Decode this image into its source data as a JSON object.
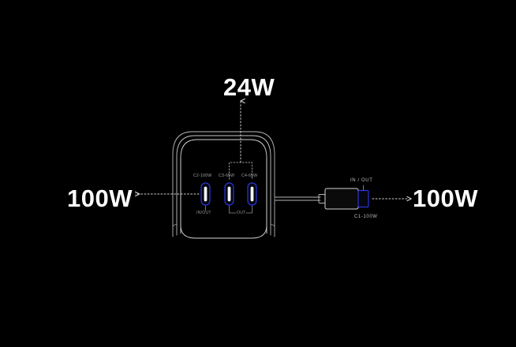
{
  "scene": {
    "title": "GaN charger power distribution diagram",
    "background_color": "#000000",
    "outline_color": "#d8d8d8",
    "port_accent_color": "#2a35d8",
    "label_color": "#9aa0a6",
    "text_color": "#ffffff"
  },
  "power_labels": {
    "left": "100W",
    "right": "100W",
    "top": "24W"
  },
  "charger": {
    "ports": [
      {
        "name": "C2-100W",
        "flow": "IN/OUT"
      },
      {
        "name": "C3-65W",
        "flow": "OUT"
      },
      {
        "name": "C4-65W",
        "flow": "OUT"
      }
    ],
    "flow_labels": {
      "left_port": "IN/OUT",
      "right_group": "OUT"
    }
  },
  "cable_connector": {
    "flow": "IN / OUT",
    "name": "C1-100W"
  }
}
